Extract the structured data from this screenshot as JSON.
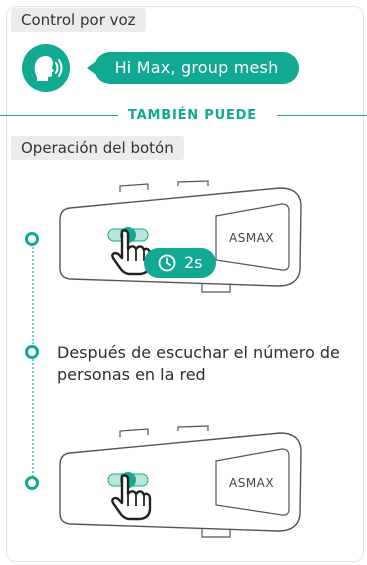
{
  "voice_control": {
    "tag": "Control por voz",
    "command": "Hi Max, group mesh"
  },
  "divider": {
    "label": "TAMBIÉN PUEDE"
  },
  "button_operation": {
    "tag": "Operación del botón",
    "hold_duration": "2s",
    "step_text": "Después de escuchar el número de personas en la red"
  },
  "device": {
    "brand": "ASMAX"
  },
  "icons": {
    "voice": "speaking-head-icon",
    "touch": "hand-pointer-icon",
    "clock": "clock-icon"
  },
  "colors": {
    "accent": "#11a991",
    "tag_background": "#ececec",
    "text": "#2f2f2f"
  }
}
